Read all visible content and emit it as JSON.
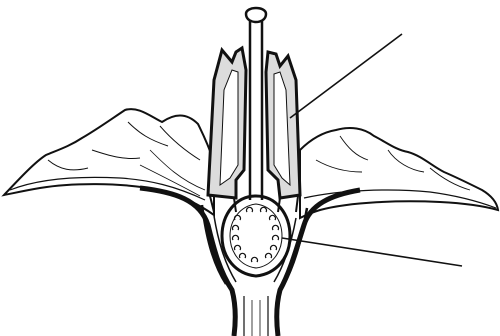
{
  "diagram": {
    "subject": "flower-longitudinal-section",
    "parts": [
      "petals",
      "anthers",
      "style",
      "stigma",
      "ovary",
      "ovules",
      "receptacle",
      "stalk"
    ],
    "pointers": [
      {
        "id": "pointer-upper",
        "target": "anther"
      },
      {
        "id": "pointer-lower",
        "target": "ovary"
      }
    ],
    "labels": [],
    "colors": {
      "ink": "#111111",
      "anther_fill": "#dcdcdc",
      "background": "#ffffff"
    }
  }
}
